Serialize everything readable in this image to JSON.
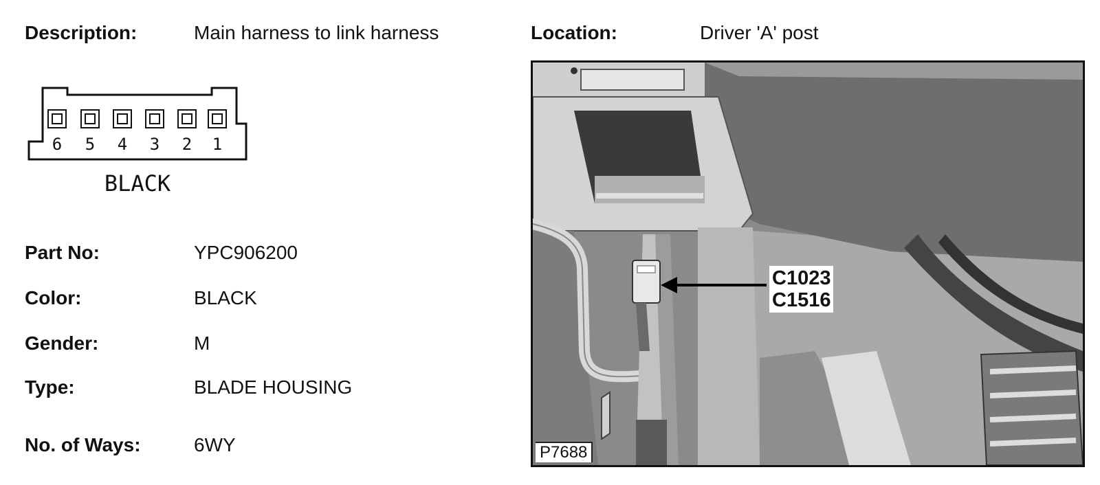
{
  "description": {
    "label": "Description:",
    "value": "Main harness to link harness"
  },
  "location": {
    "label": "Location:",
    "value": "Driver 'A' post"
  },
  "connector_diagram": {
    "pin_numbers": [
      "6",
      "5",
      "4",
      "3",
      "2",
      "1"
    ],
    "color_label": "BLACK"
  },
  "details": [
    {
      "label": "Part No:",
      "value": "YPC906200"
    },
    {
      "label": "Color:",
      "value": "BLACK"
    },
    {
      "label": "Gender:",
      "value": "M"
    },
    {
      "label": "Type:",
      "value": "BLADE HOUSING"
    },
    {
      "label": "No. of Ways:",
      "value": "6WY"
    }
  ],
  "photo": {
    "callouts": [
      "C1023",
      "C1516"
    ],
    "figure_code": "P7688"
  }
}
